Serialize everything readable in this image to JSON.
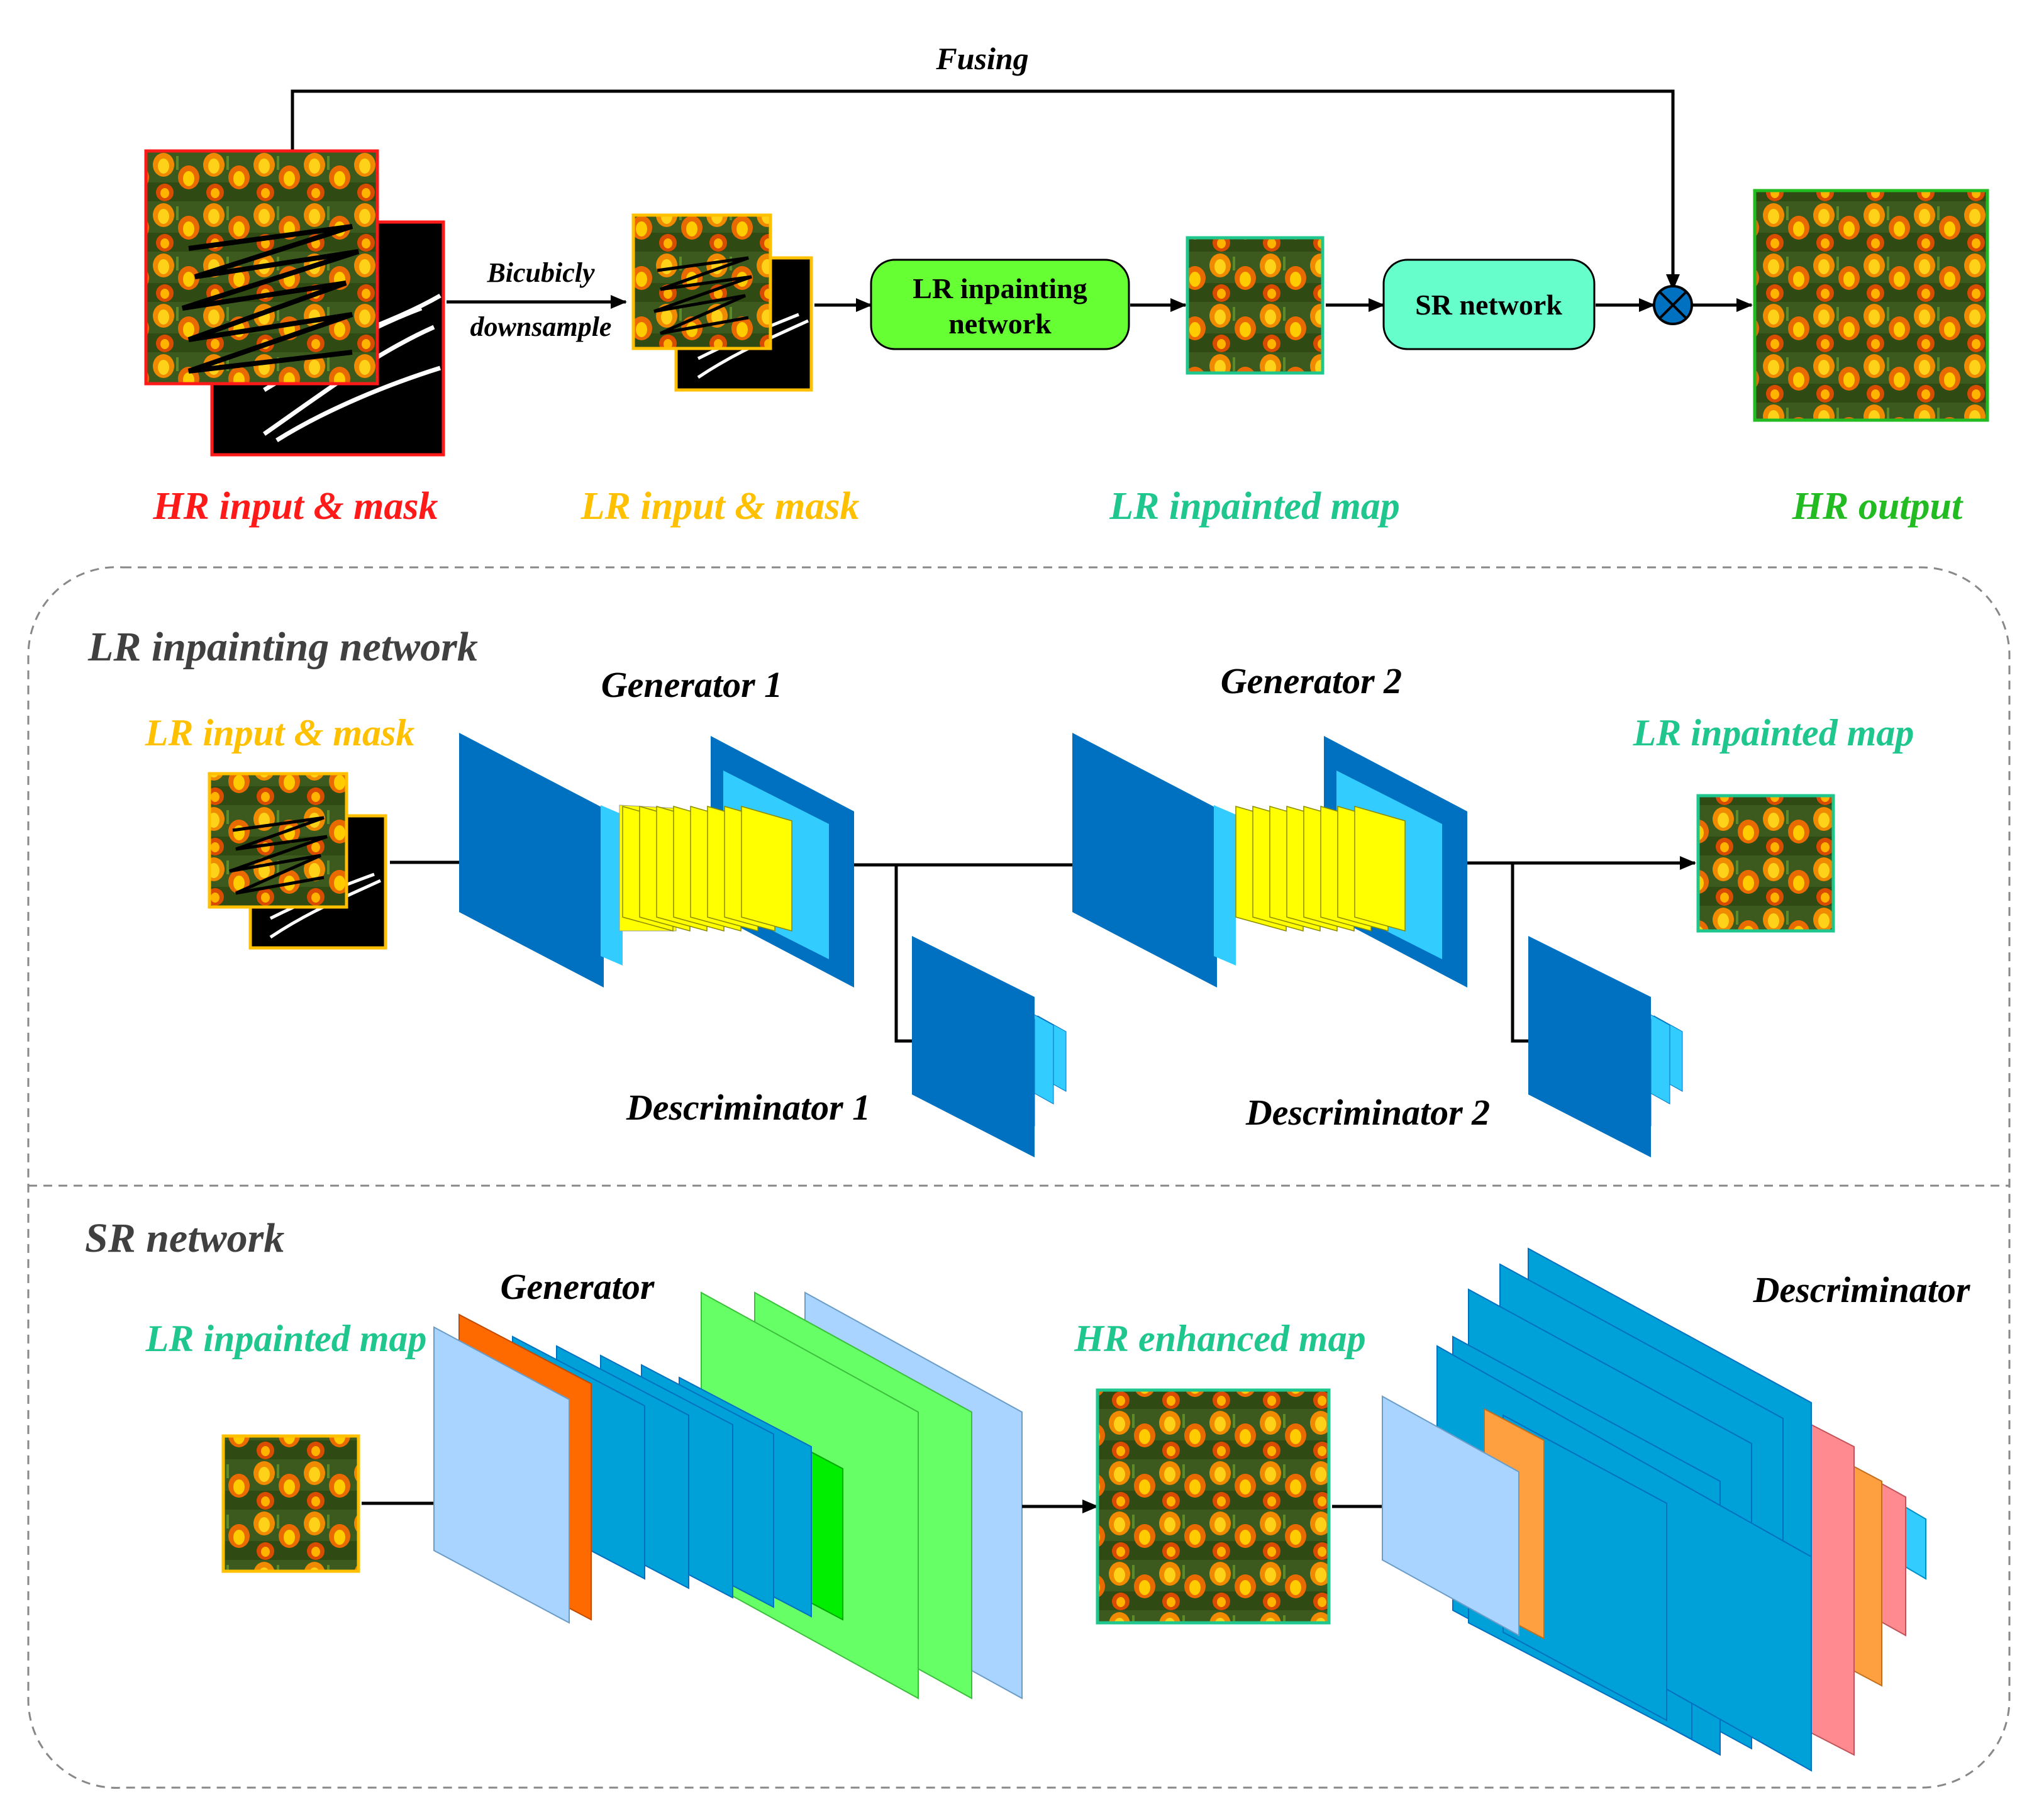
{
  "top": {
    "fusing": "Fusing",
    "bicubic_line1": "Bicubicly",
    "bicubic_line2": "downsample",
    "lr_net_line1": "LR inpainting",
    "lr_net_line2": "network",
    "sr_net": "SR network",
    "hr_input_label": "HR input & mask",
    "lr_input_label": "LR input & mask",
    "lr_inpainted_label": "LR inpainted map",
    "hr_output_label": "HR output"
  },
  "lr_section": {
    "title": "LR inpainting network",
    "generator1": "Generator 1",
    "generator2": "Generator 2",
    "input_label": "LR input & mask",
    "output_label": "LR inpainted map",
    "discriminator1": "Descriminator 1",
    "discriminator2": "Descriminator 2"
  },
  "sr_section": {
    "title": "SR network",
    "generator": "Generator",
    "input_label": "LR inpainted map",
    "enhanced_label": "HR enhanced map",
    "discriminator": "Descriminator"
  },
  "colors": {
    "red": "#ff1a1a",
    "yellow": "#ffc000",
    "teal": "#1fc78f",
    "green": "#22bb22",
    "dark_blue": "#0070c0",
    "mid_blue": "#00a0d8",
    "light_blue": "#33ccff",
    "pale_blue": "#a9d4ff",
    "lime": "#66ff66",
    "bright_green": "#00ee00",
    "orange": "#ff6a00",
    "light_orange": "#ffa040",
    "pink": "#ff8a90",
    "yellow_layer": "#ffff00"
  }
}
